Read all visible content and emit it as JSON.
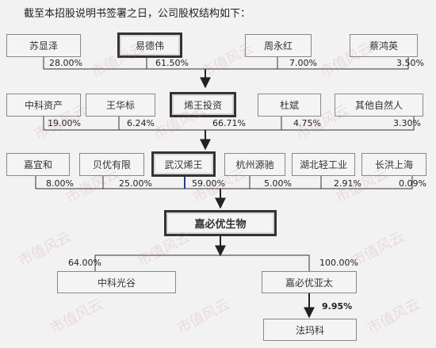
{
  "intro": "截至本招股说明书签署之日，公司股权结构如下：",
  "row1": {
    "boxes": [
      "苏显泽",
      "易德伟",
      "周永红",
      "蔡鸿英"
    ],
    "pcts": [
      "28.00%",
      "61.50%",
      "7.00%",
      "3.50%"
    ]
  },
  "row2": {
    "boxes": [
      "中科资产",
      "王华标",
      "烯王投资",
      "杜斌",
      "其他自然人"
    ],
    "pcts": [
      "19.00%",
      "6.24%",
      "66.71%",
      "4.75%",
      "3.30%"
    ]
  },
  "row3": {
    "boxes": [
      "嘉宜和",
      "贝优有限",
      "武汉烯王",
      "杭州源驰",
      "湖北轻工业",
      "长洪上海"
    ],
    "pcts": [
      "8.00%",
      "25.00%",
      "59.00%",
      "5.00%",
      "2.91%",
      "0.09%"
    ]
  },
  "company": "嘉必优生物",
  "subs": {
    "left": {
      "name": "中科光谷",
      "pct": "64.00%"
    },
    "right": {
      "name": "嘉必优亚太",
      "pct": "100.00%"
    }
  },
  "final": {
    "name": "法玛科",
    "pct": "9.95%"
  },
  "watermark": "市值风云",
  "colors": {
    "line": "#333333",
    "highlight_line": "#1f3f8f",
    "box_bg": "#f4f4f4"
  }
}
